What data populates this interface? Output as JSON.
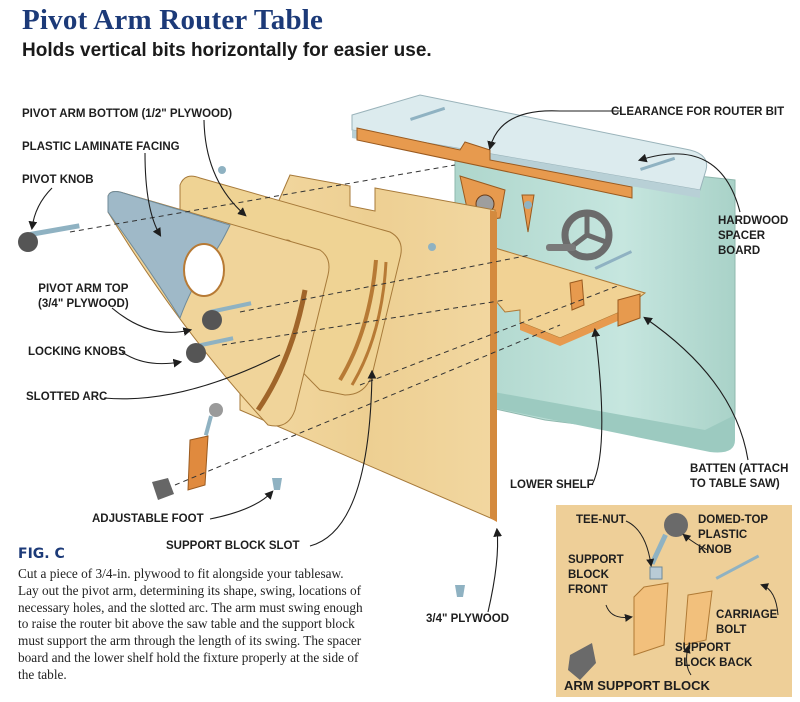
{
  "header": {
    "title": "Pivot Arm Router Table",
    "subtitle": "Holds vertical bits horizontally for easier use."
  },
  "labels": {
    "pivot_arm_bottom": "PIVOT ARM BOTTOM (1/2\" PLYWOOD)",
    "plastic_laminate_facing": "PLASTIC LAMINATE FACING",
    "pivot_knob": "PIVOT KNOB",
    "pivot_arm_top": "PIVOT ARM TOP\n(3/4\" PLYWOOD)",
    "locking_knobs": "LOCKING KNOBS",
    "slotted_arc": "SLOTTED ARC",
    "adjustable_foot": "ADJUSTABLE FOOT",
    "support_block_slot": "SUPPORT BLOCK SLOT",
    "clearance_for_router_bit": "CLEARANCE FOR ROUTER BIT",
    "hardwood_spacer_board": "HARDWOOD\nSPACER\nBOARD",
    "lower_shelf": "LOWER SHELF",
    "batten": "BATTEN (ATTACH\nTO TABLE SAW)",
    "three_quarter_plywood": "3/4\" PLYWOOD"
  },
  "inset": {
    "title": "ARM SUPPORT BLOCK",
    "labels": {
      "tee_nut": "TEE-NUT",
      "domed_top_plastic_knob": "DOMED-TOP\nPLASTIC\nKNOB",
      "support_block_front": "SUPPORT\nBLOCK\nFRONT",
      "carriage_bolt": "CARRIAGE\nBOLT",
      "support_block_back": "SUPPORT\nBLOCK BACK"
    }
  },
  "caption": {
    "figure": "FIG. C",
    "text": "Cut a piece of 3/4-in. plywood to fit alongside your tablesaw. Lay out the pivot arm, determining its shape, swing, locations of necessary holes, and the slotted arc. The arm must swing enough to raise the router bit above the saw table and the support block must support the arm through the length of its swing. The spacer board and the lower shelf hold the fixture properly at the side of the table."
  },
  "colors": {
    "title": "#1c3a78",
    "plywood": "#f0d49a",
    "hardwood": "#e79a4e",
    "laminate": "#9fb9c8",
    "saw_body": "#bfe0d8",
    "saw_top": "#dcebee",
    "inset_bg": "#eecf98"
  }
}
